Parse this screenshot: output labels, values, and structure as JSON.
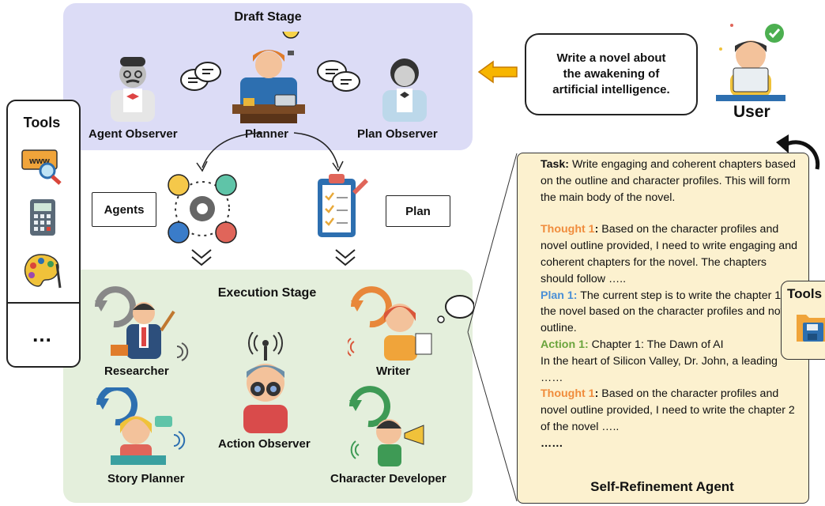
{
  "draft_stage": {
    "title": "Draft Stage",
    "roles": {
      "agent_observer": "Agent Observer",
      "planner": "Planner",
      "plan_observer": "Plan Observer"
    }
  },
  "execution_stage": {
    "title": "Execution Stage",
    "roles": {
      "researcher": "Researcher",
      "writer": "Writer",
      "action_observer": "Action Observer",
      "story_planner": "Story Planner",
      "character_developer": "Character Developer"
    }
  },
  "middle": {
    "agents_label": "Agents",
    "plan_label": "Plan"
  },
  "tools_sidebar": {
    "title": "Tools",
    "more": "…",
    "icons": [
      "web-search-icon",
      "calculator-icon",
      "palette-icon"
    ]
  },
  "user": {
    "label": "User",
    "request_line1": "Write a novel about",
    "request_line2": "the awakening of",
    "request_line3": "artificial intelligence."
  },
  "self_refinement": {
    "title": "Self-Refinement Agent",
    "task_label": "Task:",
    "task_text": " Write engaging and coherent chapters based on the outline and character profiles. This will form the main body of the novel.",
    "thought1_label": "Thought 1",
    "thought1_text": " Based on the character profiles and novel outline provided, I need to write engaging and coherent chapters for the novel. The chapters should follow …..",
    "plan1_label": "Plan 1",
    "plan1_text": "  The current step is to write the chapter 1 of the novel based on the character profiles and novel outline.",
    "action1_label": "Action 1",
    "action1_text": " Chapter 1: The Dawn of AI",
    "action1_text2": "In the heart of Silicon Valley, Dr. John, a leading ……",
    "thought2_label": "Thought 1",
    "thought2_text": " Based on the character profiles and novel outline provided, I need to write the chapter 2 of the novel  …..",
    "ellipsis": "……",
    "colon": ":"
  },
  "side_tools": {
    "label": "Tools"
  },
  "colors": {
    "draft_bg": "#dcdcf6",
    "exec_bg": "#e4efdc",
    "self_bg": "#fcf1cf",
    "orange": "#f08c3c",
    "blue": "#4a8fd6",
    "green": "#6aa43c"
  }
}
